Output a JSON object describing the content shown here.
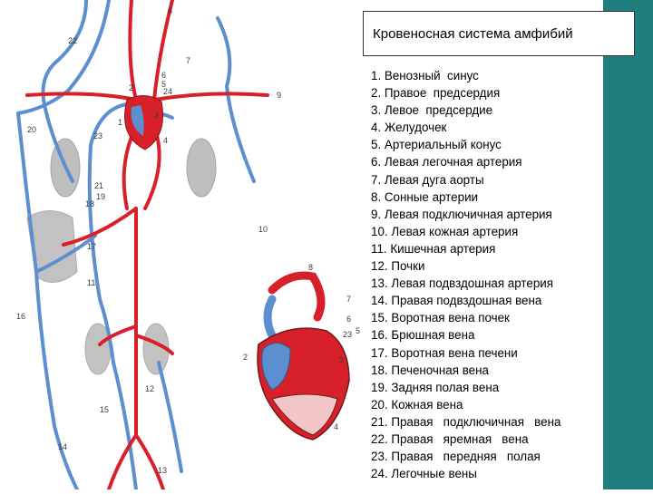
{
  "title": "Кровеносная система амфибий",
  "legend_items": [
    "1. Венозный  синус",
    "2. Правое  предсердия",
    "3. Левое  предсердие",
    "4. Желудочек",
    "5. Артериальный конус",
    "6. Левая легочная артерия",
    "7. Левая дуга аорты",
    "8. Сонные артерии",
    "9. Левая подключичная артерия",
    "10. Левая кожная артерия",
    "11. Кишечная артерия",
    "12. Почки",
    "13. Левая подвздошная артерия",
    "14. Правая подвздошная вена",
    "15. Воротная вена почек",
    "16. Брюшная вена",
    "17. Воротная вена печени",
    "18. Печеночная вена",
    "19. Задняя полая вена",
    "20. Кожная вена",
    "21. Правая   подключичная   вена",
    "22. Правая   яремная   вена",
    "23. Правая   передняя   полая",
    "24. Легочные вены"
  ],
  "figure_labels": [
    "1",
    "2",
    "3",
    "4",
    "5",
    "6",
    "7",
    "8",
    "9",
    "10",
    "11",
    "12",
    "13",
    "14",
    "15",
    "16",
    "17",
    "18",
    "19",
    "20",
    "21",
    "22",
    "23",
    "24"
  ],
  "heart_labels": [
    "8",
    "7",
    "6",
    "5",
    "2",
    "3",
    "4",
    "23"
  ],
  "colors": {
    "artery": "#d8202a",
    "vein": "#5b8fcf",
    "organ": "#a9a9a9",
    "accent": "#1f7f7f"
  }
}
